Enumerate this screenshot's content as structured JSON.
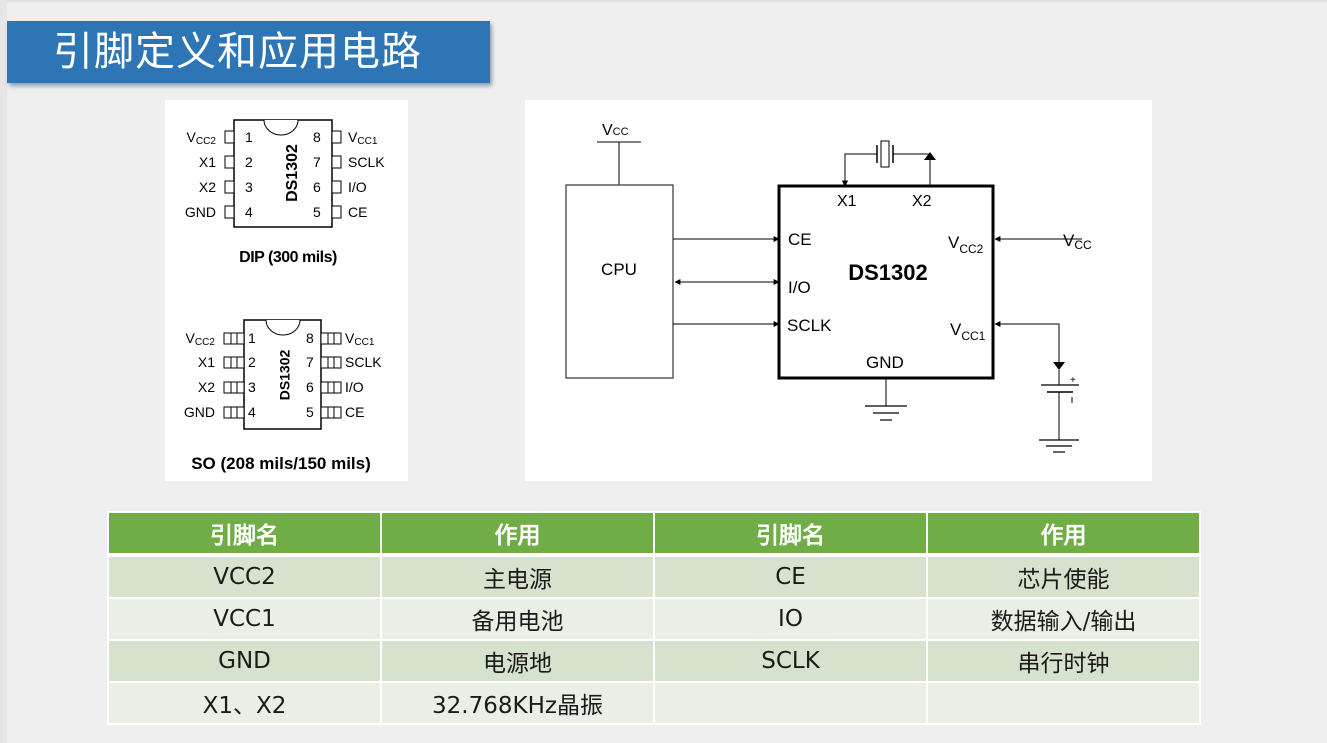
{
  "slide": {
    "title": "引脚定义和应用电路",
    "colors": {
      "title_bar": "#2e75b6",
      "table_header": "#70ad47",
      "row_odd": "#d6e2cd",
      "row_even": "#eaefe6",
      "background": "#efefef"
    }
  },
  "pinout": {
    "dip": {
      "chip_label": "DS1302",
      "caption": "DIP (300 mils)",
      "left_pins": [
        {
          "num": "1",
          "name": "V",
          "sub": "CC2"
        },
        {
          "num": "2",
          "name": "X1",
          "sub": ""
        },
        {
          "num": "3",
          "name": "X2",
          "sub": ""
        },
        {
          "num": "4",
          "name": "GND",
          "sub": ""
        }
      ],
      "right_pins": [
        {
          "num": "8",
          "name": "V",
          "sub": "CC1"
        },
        {
          "num": "7",
          "name": "SCLK",
          "sub": ""
        },
        {
          "num": "6",
          "name": "I/O",
          "sub": ""
        },
        {
          "num": "5",
          "name": "CE",
          "sub": ""
        }
      ]
    },
    "so": {
      "chip_label": "DS1302",
      "caption": "SO (208 mils/150 mils)",
      "left_pins": [
        {
          "num": "1",
          "name": "V",
          "sub": "CC2"
        },
        {
          "num": "2",
          "name": "X1",
          "sub": ""
        },
        {
          "num": "3",
          "name": "X2",
          "sub": ""
        },
        {
          "num": "4",
          "name": "GND",
          "sub": ""
        }
      ],
      "right_pins": [
        {
          "num": "8",
          "name": "V",
          "sub": "CC1"
        },
        {
          "num": "7",
          "name": "SCLK",
          "sub": ""
        },
        {
          "num": "6",
          "name": "I/O",
          "sub": ""
        },
        {
          "num": "5",
          "name": "CE",
          "sub": ""
        }
      ]
    }
  },
  "circuit": {
    "cpu_label": "CPU",
    "cpu_vcc": {
      "name": "V",
      "sub": "CC"
    },
    "chip_label": "DS1302",
    "chip_pins": {
      "ce": "CE",
      "io": "I/O",
      "sclk": "SCLK",
      "x1": "X1",
      "x2": "X2",
      "gnd": "GND",
      "vcc2": {
        "name": "V",
        "sub": "CC2"
      },
      "vcc1": {
        "name": "V",
        "sub": "CC1"
      }
    },
    "ext_vcc": {
      "name": "V",
      "sub": "CC"
    },
    "battery_plus": "+",
    "battery_minus": "-"
  },
  "table": {
    "headers": [
      "引脚名",
      "作用",
      "引脚名",
      "作用"
    ],
    "rows": [
      [
        "VCC2",
        "主电源",
        "CE",
        "芯片使能"
      ],
      [
        "VCC1",
        "备用电池",
        "IO",
        "数据输入/输出"
      ],
      [
        "GND",
        "电源地",
        "SCLK",
        "串行时钟"
      ],
      [
        "X1、X2",
        "32.768KHz晶振",
        "",
        ""
      ]
    ]
  }
}
